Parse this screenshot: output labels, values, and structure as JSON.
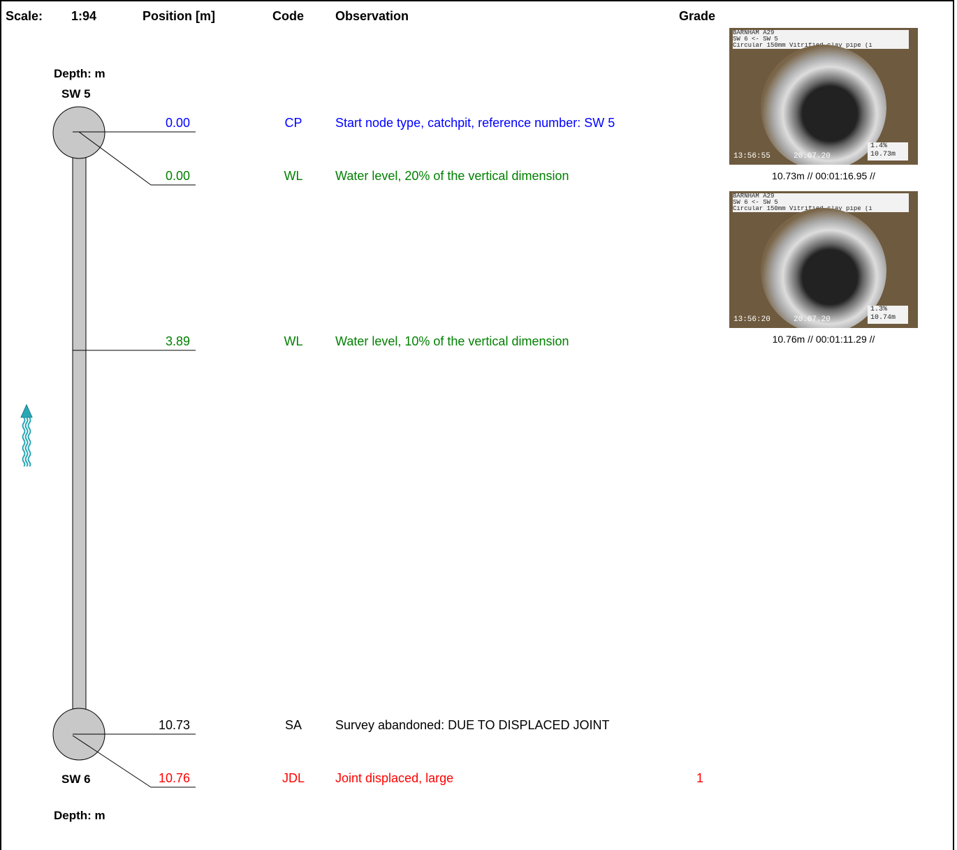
{
  "header": {
    "scale_label": "Scale:",
    "scale_value": "1:94",
    "position_label": "Position [m]",
    "code_label": "Code",
    "observation_label": "Observation",
    "grade_label": "Grade"
  },
  "start_node": {
    "depth_label": "Depth: m",
    "name": "SW 5"
  },
  "end_node": {
    "depth_label": "Depth: m",
    "name": "SW 6"
  },
  "observations": [
    {
      "position": "0.00",
      "code": "CP",
      "text": "Start node type, catchpit, reference number: SW 5",
      "grade": "",
      "color": "#0000ff"
    },
    {
      "position": "0.00",
      "code": "WL",
      "text": "Water level, 20% of the vertical dimension",
      "grade": "",
      "color": "#008000"
    },
    {
      "position": "3.89",
      "code": "WL",
      "text": "Water level, 10% of the vertical dimension",
      "grade": "",
      "color": "#008000"
    },
    {
      "position": "10.73",
      "code": "SA",
      "text": "Survey abandoned: DUE TO DISPLACED JOINT",
      "grade": "",
      "color": "#000000"
    },
    {
      "position": "10.76",
      "code": "JDL",
      "text": "Joint displaced, large",
      "grade": "1",
      "color": "#ff0000"
    }
  ],
  "photos": [
    {
      "overlay_line1": "BARNHAM A29",
      "overlay_line2": "SW 6 <- SW 5",
      "overlay_line3": "Circular 150mm Vitrified clay pipe (i",
      "time": "13:56:55",
      "date": "20.07.20",
      "box_line1": "1.4%",
      "box_line2": "10.73m",
      "caption": "10.73m // 00:01:16.95 //"
    },
    {
      "overlay_line1": "BARNHAM A29",
      "overlay_line2": "SW 6 <- SW 5",
      "overlay_line3": "Circular 150mm Vitrified clay pipe (i",
      "time": "13:56:20",
      "date": "20.07.20",
      "box_line1": "1.3%",
      "box_line2": "10.74m",
      "caption": "10.76m // 00:01:11.29 //"
    }
  ],
  "flow_arrow_icon": "flow-direction-arrow-icon"
}
